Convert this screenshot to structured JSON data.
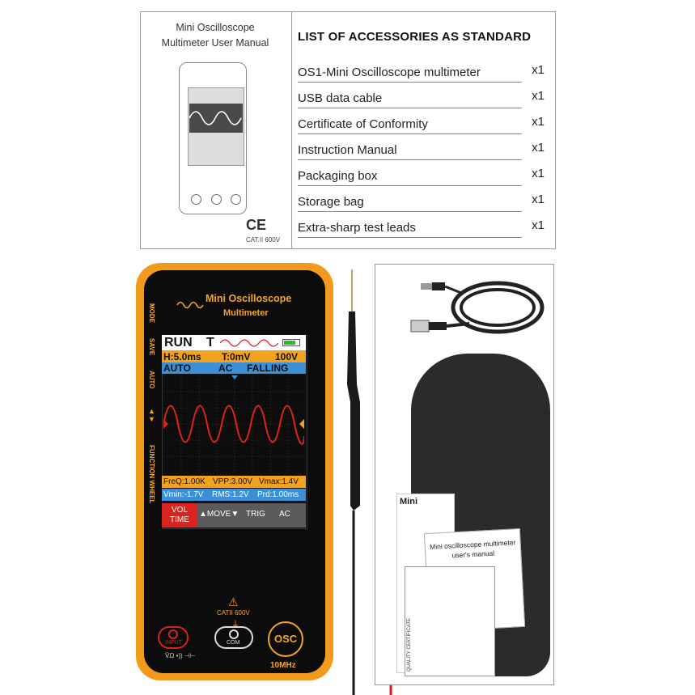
{
  "manual": {
    "title_line1": "Mini Oscilloscope",
    "title_line2": "Multimeter User Manual",
    "ce": "CE",
    "cat": "CAT.II 600V"
  },
  "accessories": {
    "title": "LIST OF ACCESSORIES AS STANDARD",
    "items": [
      {
        "name": "OS1-Mini Oscilloscope multimeter",
        "qty": "x1"
      },
      {
        "name": "USB data cable",
        "qty": "x1"
      },
      {
        "name": "Certificate of Conformity",
        "qty": "x1"
      },
      {
        "name": "Instruction Manual",
        "qty": "x1"
      },
      {
        "name": "Packaging box",
        "qty": "x1"
      },
      {
        "name": "Storage bag",
        "qty": "x1"
      },
      {
        "name": "Extra-sharp test leads",
        "qty": "x1"
      }
    ]
  },
  "device": {
    "brand_line1": "Mini Oscilloscope",
    "brand_line2": "Multimeter",
    "side_labels": [
      "MODE",
      "SAVE",
      "AUTO",
      "FUNCTION WHEEL"
    ],
    "screen": {
      "run": "RUN",
      "trig_mark": "T",
      "h_time": "H:5.0ms",
      "t_level": "T:0mV",
      "volt": "100V",
      "auto": "AUTO",
      "ac": "AC",
      "falling": "FALLING",
      "freq": "FreQ:1.00K",
      "vpp": "VPP:3.00V",
      "vmax": "Vmax:1.4V",
      "vmin": "Vmin:-1.7V",
      "rms": "RMS:1.2V",
      "prd": "Prd:1.00ms",
      "soft_vol": "VOL",
      "soft_time": "TIME",
      "soft_move": "MOVE",
      "soft_trig": "TRIG",
      "soft_ac": "AC"
    },
    "cat": "CATII 600V",
    "input": "INPUT",
    "com": "COM",
    "osc": "OSC",
    "bandwidth": "10MHz"
  },
  "bag": {
    "card_title_1": "Mini oscilloscope multimeter",
    "card_title_2": "user's manual",
    "under_label": "Mini",
    "cert_label": "QUALITY CERTIFICATE"
  },
  "colors": {
    "orange": "#f39a1e",
    "screen_orange": "#f1a31f",
    "screen_blue": "#3a8fd6",
    "wave_red": "#e0231d",
    "probe_red": "#d41c1c"
  }
}
